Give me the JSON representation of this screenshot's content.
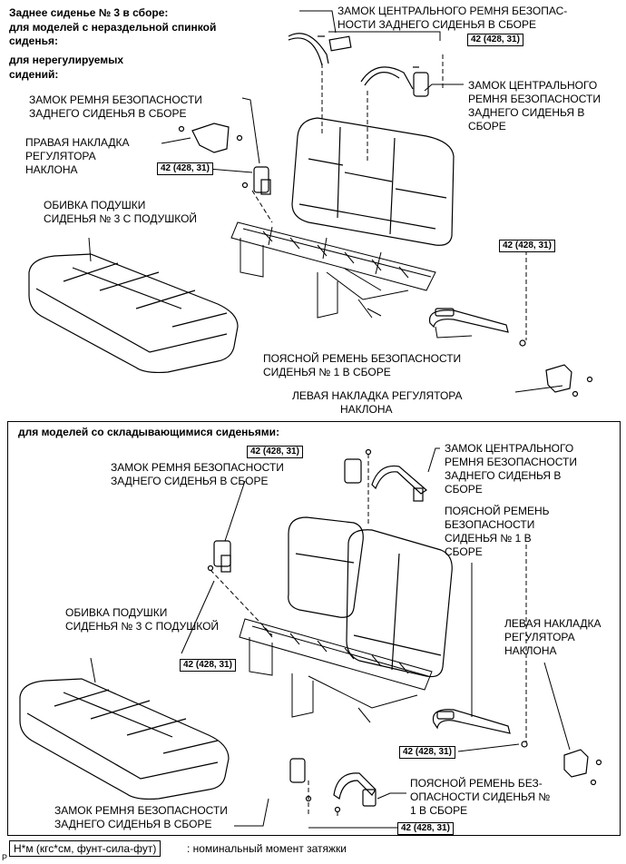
{
  "top": {
    "title_1": "Заднее сиденье № 3 в сборе:",
    "title_2": "для моделей с нераздельной спинкой",
    "title_3": "сиденья:",
    "title_4": "для нерегулируемых",
    "title_5": "сидений:",
    "center_buckle_1": "ЗАМОК ЦЕНТРАЛЬНОГО РЕМНЯ БЕЗОПАС-",
    "center_buckle_1b": "НОСТИ ЗАДНЕГО СИДЕНЬЯ В СБОРЕ",
    "center_buckle_2a": "ЗАМОК ЦЕНТРАЛЬНОГО",
    "center_buckle_2b": "РЕМНЯ БЕЗОПАСНОСТИ",
    "center_buckle_2c": "ЗАДНЕГО СИДЕНЬЯ В",
    "center_buckle_2d": "СБОРЕ",
    "rear_buckle_a": "ЗАМОК РЕМНЯ БЕЗОПАСНОСТИ",
    "rear_buckle_b": "ЗАДНЕГО СИДЕНЬЯ В СБОРЕ",
    "right_cover_a": "ПРАВАЯ НАКЛАДКА",
    "right_cover_b": "РЕГУЛЯТОРА",
    "right_cover_c": "НАКЛОНА",
    "cushion_a": "ОБИВКА ПОДУШКИ",
    "cushion_b": "СИДЕНЬЯ № 3 С ПОДУШКОЙ",
    "lap_belt_a": "ПОЯСНОЙ РЕМЕНЬ БЕЗОПАСНОСТИ",
    "lap_belt_b": "СИДЕНЬЯ № 1 В СБОРЕ",
    "left_cover_a": "ЛЕВАЯ НАКЛАДКА РЕГУЛЯТОРА",
    "left_cover_b": "НАКЛОНА",
    "torque_1": "42 (428, 31)",
    "torque_2": "42 (428, 31)",
    "torque_3": "42 (428, 31)"
  },
  "bottom": {
    "title": "для моделей со складывающимися сиденьями:",
    "center_buckle_a": "ЗАМОК ЦЕНТРАЛЬНОГО",
    "center_buckle_b": "РЕМНЯ БЕЗОПАСНОСТИ",
    "center_buckle_c": "ЗАДНЕГО СИДЕНЬЯ В",
    "center_buckle_d": "СБОРЕ",
    "rear_buckle_a": "ЗАМОК РЕМНЯ БЕЗОПАСНОСТИ",
    "rear_buckle_b": "ЗАДНЕГО СИДЕНЬЯ В СБОРЕ",
    "lap_belt_a": "ПОЯСНОЙ РЕМЕНЬ",
    "lap_belt_b": "БЕЗОПАСНОСТИ",
    "lap_belt_c": "СИДЕНЬЯ № 1 В",
    "lap_belt_d": "СБОРЕ",
    "cushion_a": "ОБИВКА ПОДУШКИ",
    "cushion_b": "СИДЕНЬЯ № 3 С ПОДУШКОЙ",
    "left_cover_a": "ЛЕВАЯ НАКЛАДКА",
    "left_cover_b": "РЕГУЛЯТОРА",
    "left_cover_c": "НАКЛОНА",
    "rear_buckle2_a": "ЗАМОК РЕМНЯ БЕЗОПАСНОСТИ",
    "rear_buckle2_b": "ЗАДНЕГО СИДЕНЬЯ В СБОРЕ",
    "lap_belt2_a": "ПОЯСНОЙ РЕМЕНЬ БЕЗ-",
    "lap_belt2_b": "ОПАСНОСТИ СИДЕНЬЯ №",
    "lap_belt2_c": "1 В СБОРЕ",
    "torque_1": "42 (428, 31)",
    "torque_2": "42 (428, 31)",
    "torque_3": "42 (428, 31)",
    "torque_4": "42 (428, 31)"
  },
  "legend": {
    "unit": "Н*м (кгс*см, фунт-сила-фут)",
    "text": ": номинальный момент затяжки",
    "corner": "P"
  }
}
